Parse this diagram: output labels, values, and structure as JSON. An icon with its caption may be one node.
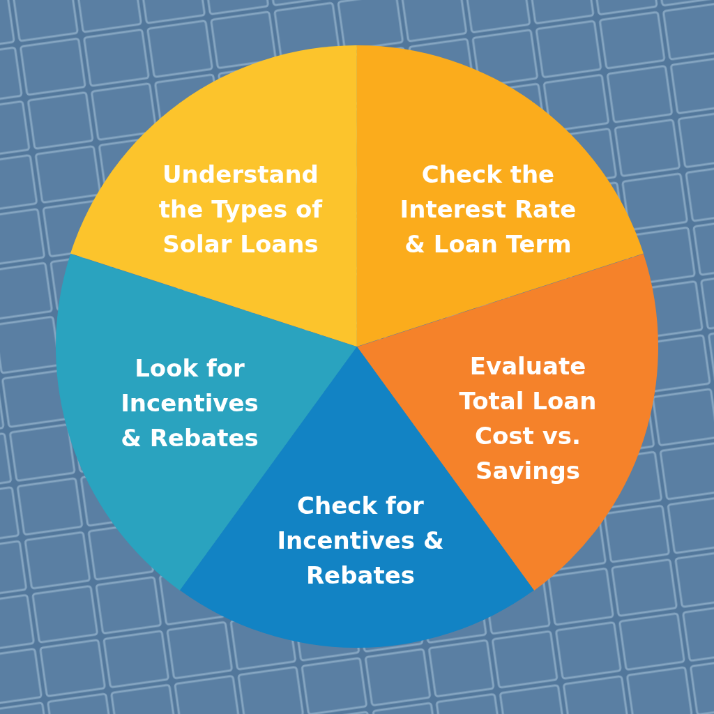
{
  "diagram": {
    "nodes": [
      {
        "text": [
          "Understand the Types of Solar Loans"
        ]
      },
      {
        "text": [
          "Check the Interest Rate & Loan Term"
        ]
      },
      {
        "text": [
          "Look for Incentives & Rebates"
        ]
      },
      {
        "text": [
          "Evaluate Total Loan Cost vs. Savings"
        ]
      },
      {
        "text": [
          "Check for Incentives & Rebates"
        ]
      }
    ]
  }
}
